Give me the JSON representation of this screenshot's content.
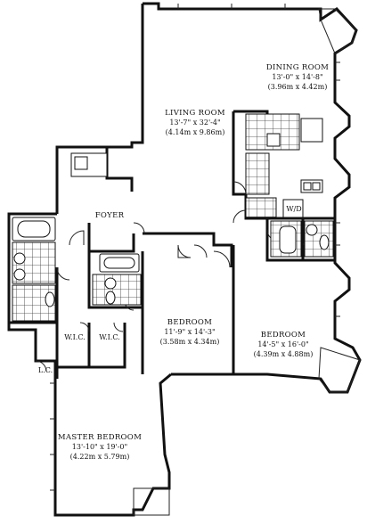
{
  "rooms": {
    "dining": {
      "name": "DINING ROOM",
      "dim_ft": "13'-0\" x 14'-8\"",
      "dim_m": "(3.96m x 4.42m)"
    },
    "living": {
      "name": "LIVING ROOM",
      "dim_ft": "13'-7\" x 32'-4\"",
      "dim_m": "(4.14m x 9.86m)"
    },
    "foyer": {
      "name": "FOYER"
    },
    "wd": {
      "name": "W/D"
    },
    "bedroom1": {
      "name": "BEDROOM",
      "dim_ft": "11'-9\" x 14'-3\"",
      "dim_m": "(3.58m x 4.34m)"
    },
    "bedroom2": {
      "name": "BEDROOM",
      "dim_ft": "14'-5\" x 16'-0\"",
      "dim_m": "(4.39m x 4.88m)"
    },
    "wic1": {
      "name": "W.I.C."
    },
    "wic2": {
      "name": "W.I.C."
    },
    "lc": {
      "name": "L.C."
    },
    "master": {
      "name": "MASTER BEDROOM",
      "dim_ft": "13'-10\" x 19'-0\"",
      "dim_m": "(4.22m x 5.79m)"
    }
  }
}
